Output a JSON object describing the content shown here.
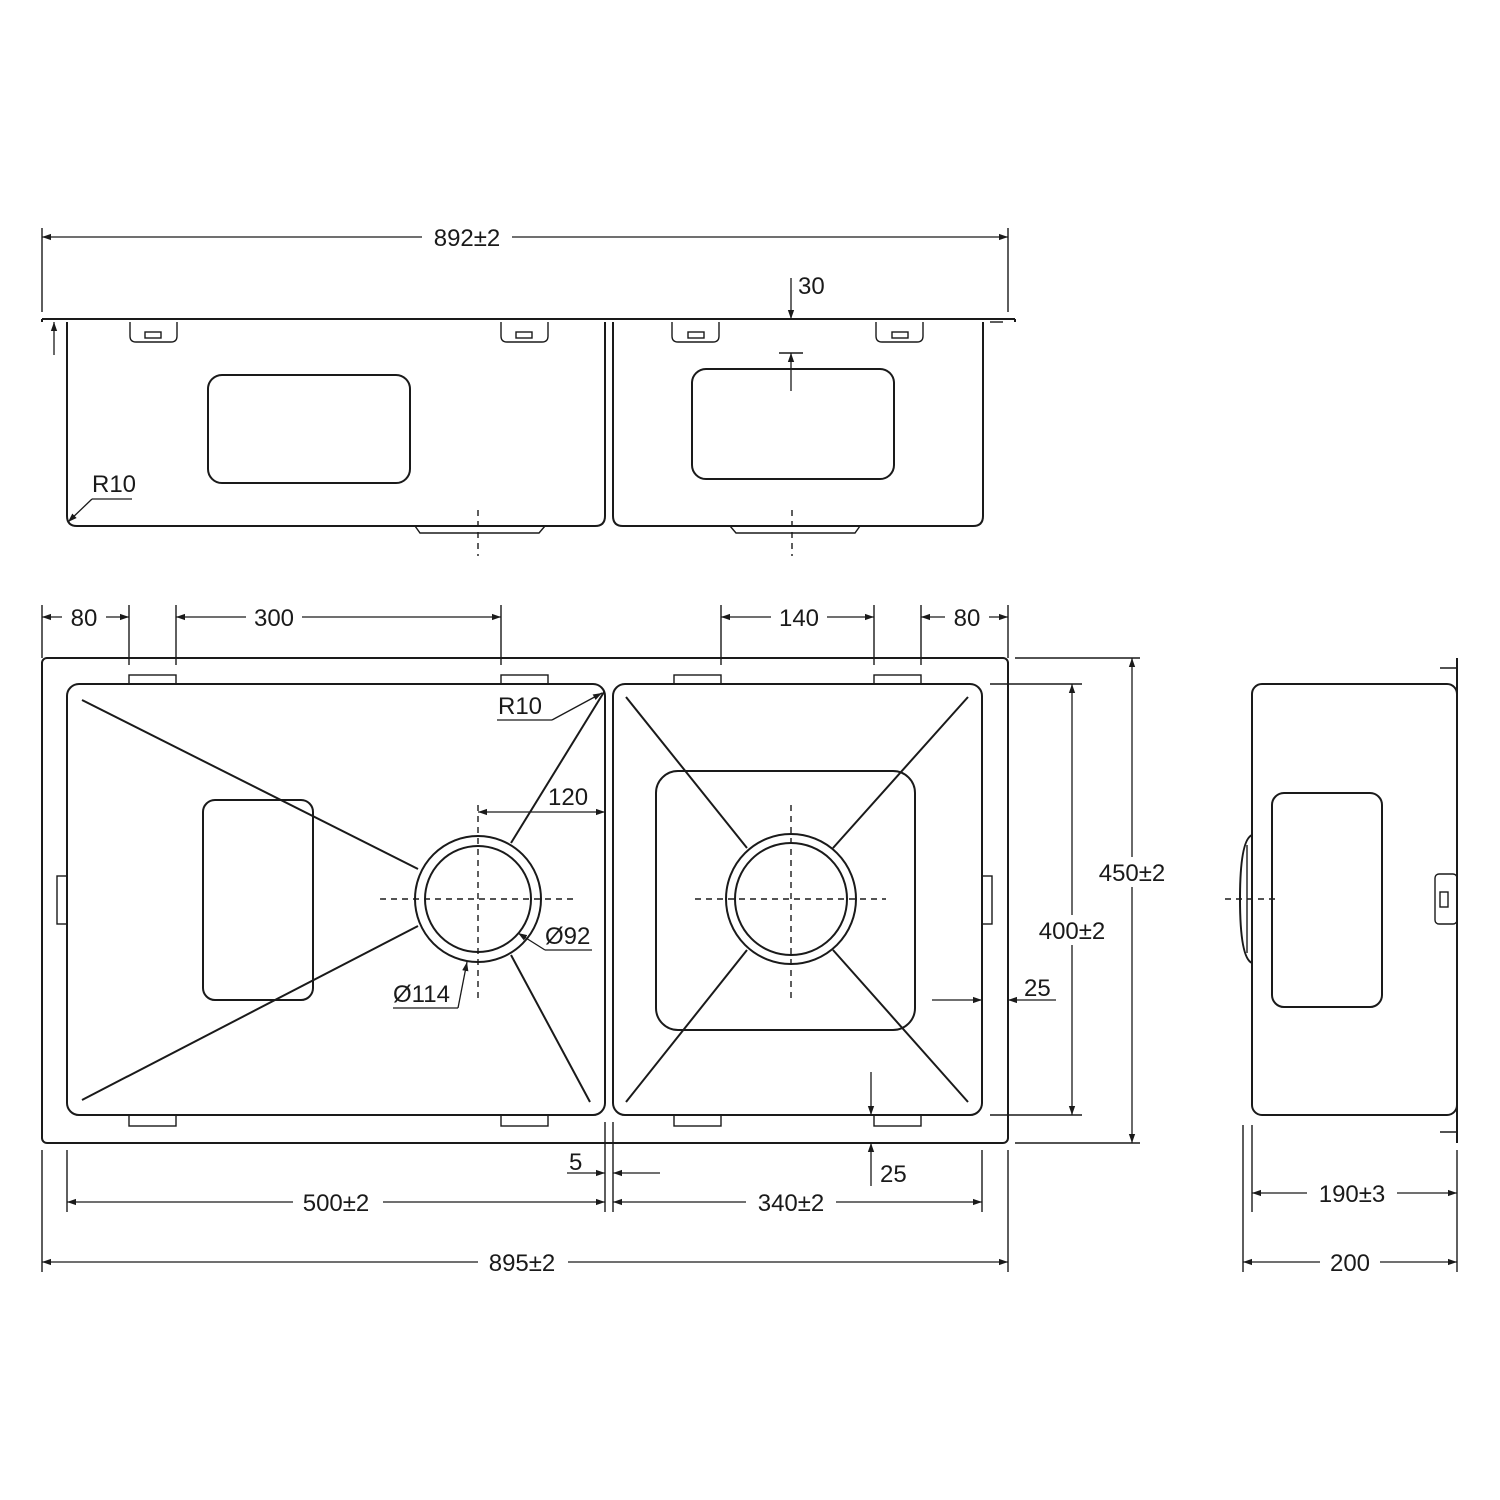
{
  "dimensions": {
    "overall_top_width": "892±2",
    "flange_depth": "30",
    "corner_radius_front": "R10",
    "edge_left": "80",
    "clip_spacing_left": "300",
    "clip_spacing_right": "140",
    "edge_right": "80",
    "corner_radius_plan": "R10",
    "waste_offset": "120",
    "inner_diameter": "Ø92",
    "outer_diameter": "Ø114",
    "overall_depth": "450±2",
    "bowl_depth": "400±2",
    "side_margin": "25",
    "bottom_margin": "25",
    "divider_gap": "5",
    "large_bowl_width": "500±2",
    "small_bowl_width": "340±2",
    "overall_width": "895±2",
    "side_inner_depth": "190±3",
    "side_total_depth": "200"
  },
  "colors": {
    "line": "#1a1a1a",
    "background": "#ffffff"
  }
}
